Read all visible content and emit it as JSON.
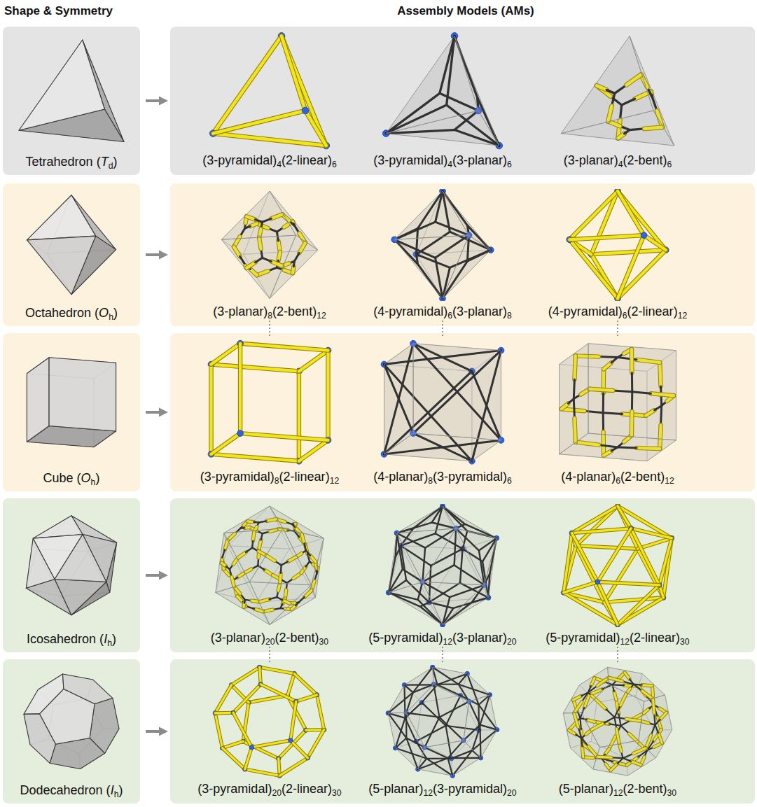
{
  "diagram": {
    "nodes": [
      {
        "text": [
          "Tetrahedron (Td)"
        ]
      },
      {
        "text": []
      },
      {
        "text": [
          "(3-pyramidal)4(2-linear)6"
        ],
        "in": 1
      },
      {
        "text": [
          "(3-pyramidal)4(3-planar)6"
        ],
        "in": 1
      },
      {
        "text": [
          "(3-planar)4(2-bent)6"
        ],
        "in": 1
      },
      {
        "text": [
          "Octahedron (Oh)"
        ]
      },
      {
        "text": []
      },
      {
        "text": [
          "(3-planar)8(2-bent)12"
        ],
        "in": 6
      },
      {
        "text": [
          "(4-pyramidal)6(3-planar)8"
        ],
        "in": 6
      },
      {
        "text": [
          "(4-pyramidal)6(2-linear)12"
        ],
        "in": 6
      },
      {
        "text": [
          "Cube (Oh)"
        ]
      },
      {
        "text": []
      },
      {
        "text": [
          "(3-pyramidal)8(2-linear)12"
        ],
        "in": 11
      },
      {
        "text": [
          "(4-planar)8(3-pyramidal)6"
        ],
        "in": 11
      },
      {
        "text": [
          "(4-planar)6(2-bent)12"
        ],
        "in": 11
      },
      {
        "text": [
          "Icosahedron (Ih)"
        ]
      },
      {
        "text": []
      },
      {
        "text": [
          "(3-planar)20(2-bent)30"
        ],
        "in": 16
      },
      {
        "text": [
          "(5-pyramidal)12(3-planar)20"
        ],
        "in": 16
      },
      {
        "text": [
          "(5-pyramidal)12(2-linear)30"
        ],
        "in": 16
      },
      {
        "text": [
          "Dodecahedron (Ih)"
        ]
      },
      {
        "text": []
      },
      {
        "text": [
          "(3-pyramidal)20(2-linear)30"
        ],
        "in": 21
      },
      {
        "text": [
          "(5-planar)12(3-pyramidal)20"
        ],
        "in": 21
      },
      {
        "text": [
          "(5-planar)12(2-bent)30"
        ],
        "in": 21
      }
    ],
    "edges": [
      {
        "from": 0,
        "to": 1,
        "arrow": "to"
      },
      {
        "from": 5,
        "to": 6,
        "arrow": "to"
      },
      {
        "from": 10,
        "to": 11,
        "arrow": "to"
      },
      {
        "from": 15,
        "to": 16,
        "arrow": "to"
      },
      {
        "from": 20,
        "to": 21,
        "arrow": "to"
      },
      {
        "from": 7,
        "to": 12,
        "arrow": "none"
      },
      {
        "from": 8,
        "to": 13,
        "arrow": "none"
      },
      {
        "from": 9,
        "to": 14,
        "arrow": "none"
      },
      {
        "from": 17,
        "to": 22,
        "arrow": "none"
      },
      {
        "from": 18,
        "to": 23,
        "arrow": "none"
      },
      {
        "from": 19,
        "to": 24,
        "arrow": "none"
      }
    ],
    "labels": [
      "Shape & Symmetry",
      "Assembly Models (AMs)"
    ]
  }
}
